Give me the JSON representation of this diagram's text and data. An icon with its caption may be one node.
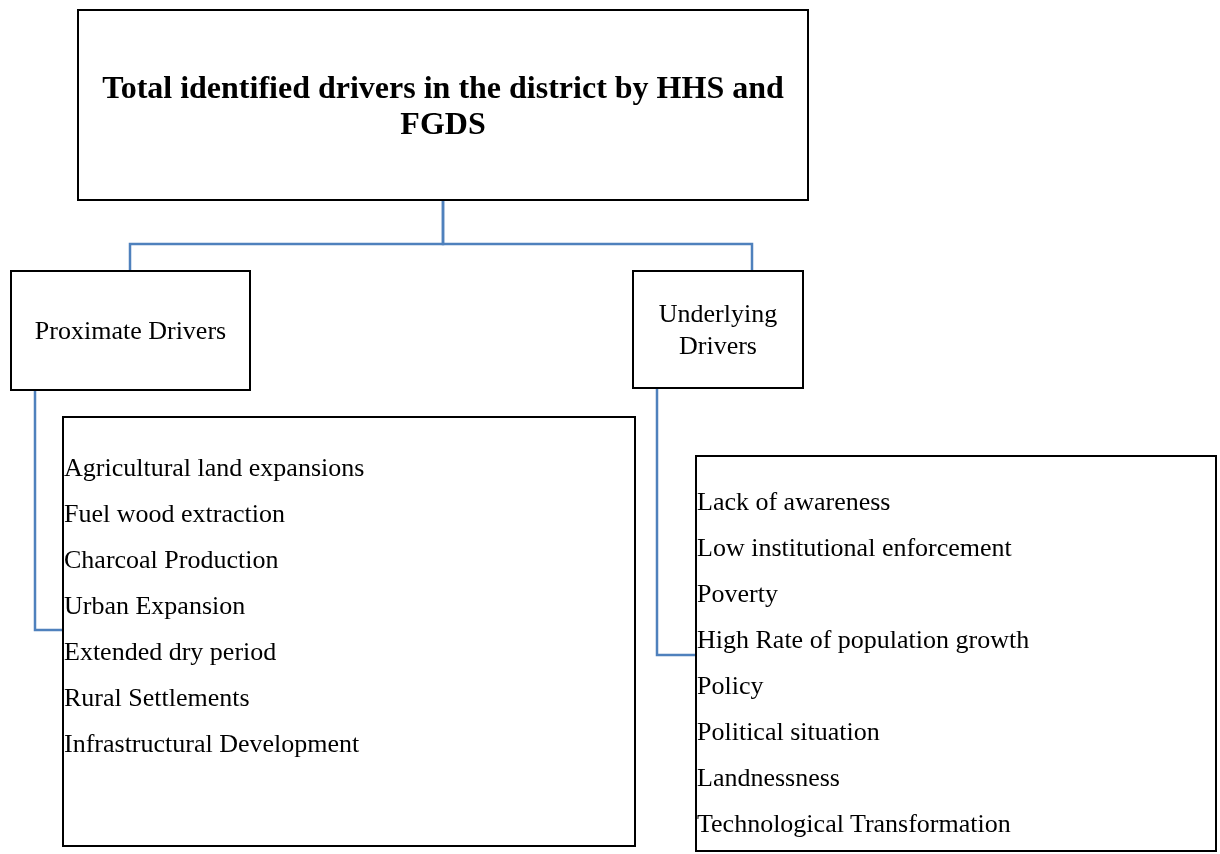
{
  "diagram": {
    "nodes": [
      {
        "text": [
          "Total identified drivers in the district by HHS and FGDS"
        ]
      },
      {
        "text": [
          "Proximate Drivers"
        ]
      },
      {
        "text": [
          "Underlying Drivers"
        ]
      },
      {
        "text": [
          "Agricultural land expansions",
          "Fuel wood extraction",
          "Charcoal Production",
          "Urban Expansion",
          "Extended dry period",
          "Rural Settlements",
          "Infrastructural Development"
        ]
      },
      {
        "text": [
          "Lack of awareness",
          "Low institutional enforcement",
          "Poverty",
          "High Rate of population growth",
          "Policy",
          "Political situation",
          "Landnessness",
          "Technological Transformation"
        ]
      }
    ],
    "edges": [
      {
        "from": 0,
        "to": 1,
        "arrow": "none"
      },
      {
        "from": 0,
        "to": 2,
        "arrow": "none"
      },
      {
        "from": 1,
        "to": 3,
        "arrow": "none"
      },
      {
        "from": 2,
        "to": 4,
        "arrow": "none"
      }
    ]
  }
}
